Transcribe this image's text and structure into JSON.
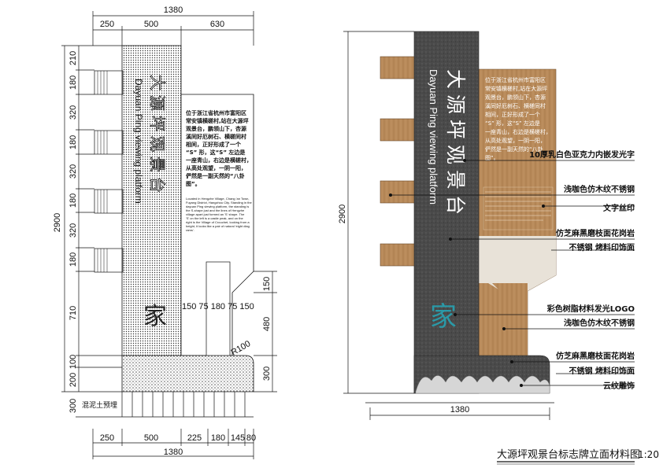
{
  "left_drawing": {
    "top_dims": {
      "total": "1380",
      "segments": [
        "250",
        "500",
        "630"
      ]
    },
    "left_dims": {
      "total": "2900",
      "segments": [
        "210",
        "180",
        "320",
        "180",
        "320",
        "180",
        "320",
        "180",
        "710",
        "100",
        "200"
      ]
    },
    "bottom_dims": {
      "total": "1380",
      "segments": [
        "250",
        "500",
        "225",
        "180",
        "145",
        "80"
      ]
    },
    "inner_dims": {
      "row": "150 75 180 75 150",
      "right": [
        "150",
        "480",
        "300"
      ],
      "radius": "R100"
    },
    "footer_dims": {
      "depth": "300",
      "foundation_label": "混泥土预埋"
    },
    "sign_title": "大源坪观景台",
    "sign_subtitle": "Dayuan Ping viewing platform",
    "description_cn": [
      "位于浙江省杭州市富阳区",
      "常安镇横槎村,站在大源坪",
      "观景台，鹏领山下，杏源",
      "溪同好厄树石、横槎同村",
      "相间，正好形成了一个",
      "“S” 形，这“S” 左边是",
      "一座青山，右边是横槎村，",
      "从高处观望，一阴一阳，",
      "俨然是一副天然的“八卦",
      "图”。"
    ],
    "description_en": [
      "Located in Hengzhe Village, Chang 'an Town,",
      "Fuyang District, Hangzhou City. Standing in the",
      "dayuan Ping viewing platform, the standing is",
      "the S-shape just and the lines of Hengzhe",
      "village apart just formed an 'S' shape. The",
      "'S' on the left is a castle peak, and on the",
      "right is the Village of Crouchet, looking from a",
      "height, it looks like a pair of natural 'eight diag",
      "rams'."
    ]
  },
  "right_drawing": {
    "height_dim": "2900",
    "width_dim": "1380",
    "sign_title": "大源坪观景台",
    "sign_subtitle": "Dayuan Ping viewing platform",
    "description_cn": [
      "位于浙江省杭州市富阳区",
      "常安镇横槎村,站在大源坪",
      "观景台，鹏领山下，杏源",
      "溪同好厄树石、横槎同村",
      "相间，正好形成了一个",
      "“S” 形，这“S” 左边是",
      "一座青山，右边是横槎村，",
      "从高处观望，一阴一阳，",
      "俨然是一副天然的“八卦",
      "图”。"
    ],
    "callouts": [
      "10厚乳白色亚克力内嵌发光字",
      "浅咖色仿木纹不锈钢",
      "文字丝印",
      "仿芝麻黑磨枝面花岗岩",
      "不锈钢  烤料印饰面",
      "彩色树脂材料发光LOGO",
      "浅咖色仿木纹不锈钢",
      "仿芝麻黑磨枝面花岗岩",
      "不锈钢  烤料印饰面",
      "云纹雕饰"
    ]
  },
  "caption": {
    "title": "大源坪观景台标志牌立面材料图",
    "scale": "1:20"
  },
  "colors": {
    "stone": "#4a4a4a",
    "wood": "#b88a5a",
    "line": "#111111",
    "acrylic_text": "#ffffff"
  }
}
